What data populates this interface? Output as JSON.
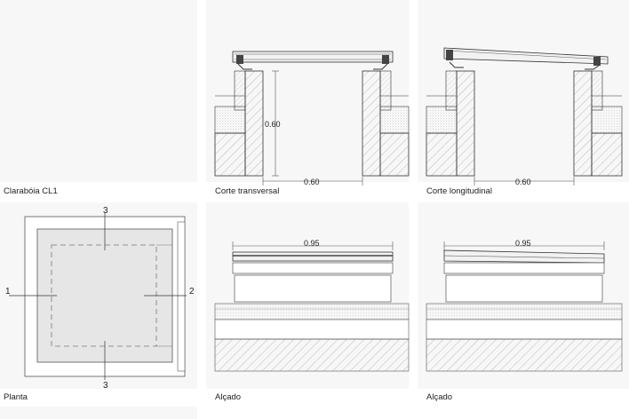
{
  "captions": {
    "title": "Clarabóia CL1",
    "section_transverse": "Corte transversal",
    "section_longitudinal": "Corte longitudinal",
    "plan": "Planta",
    "elevation_1": "Alçado",
    "elevation_2": "Alçado"
  },
  "dimensions": {
    "height_transverse": "0.60",
    "width_transverse": "0.60",
    "width_longitudinal": "0.60",
    "width_elevation_1": "0.95",
    "width_elevation_2": "0.95"
  },
  "section_marks": {
    "left": "1",
    "right": "2",
    "top": "3",
    "bottom": "3"
  },
  "colors": {
    "line": "#333333",
    "fill": "#e6e6e6",
    "hatch": "#9a9a9a",
    "panel_bg": "#f7f7f7"
  }
}
